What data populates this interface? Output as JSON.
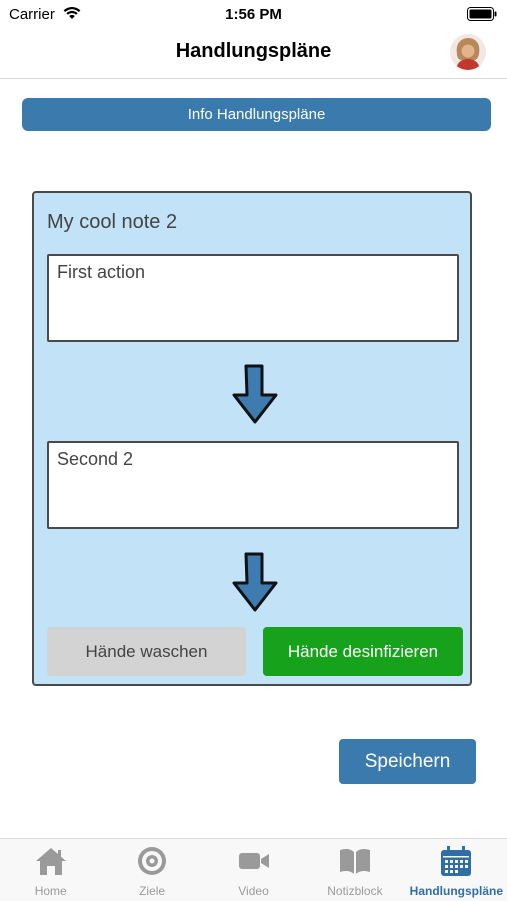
{
  "status": {
    "carrier": "Carrier",
    "time": "1:56 PM"
  },
  "nav": {
    "title": "Handlungspläne"
  },
  "info_button": "Info Handlungspläne",
  "note": {
    "title": "My cool note 2",
    "first_action": "First action",
    "second_action": "Second 2",
    "options": [
      "Hände waschen",
      "Hände desinfizieren"
    ],
    "selected_option": "Hände desinfizieren"
  },
  "save_button": "Speichern",
  "tabs": [
    {
      "label": "Home",
      "icon": "home-icon"
    },
    {
      "label": "Ziele",
      "icon": "target-icon"
    },
    {
      "label": "Video",
      "icon": "video-icon"
    },
    {
      "label": "Notizblock",
      "icon": "book-icon"
    },
    {
      "label": "Handlungspläne",
      "icon": "calendar-icon",
      "active": true
    }
  ],
  "colors": {
    "accent": "#3a7aad",
    "card_background": "#c1e2f7",
    "selected_green": "#17a21c",
    "unselected_gray": "#d3d3d3",
    "tab_active": "#2f6ea6",
    "tab_inactive": "#9a9a9a"
  }
}
